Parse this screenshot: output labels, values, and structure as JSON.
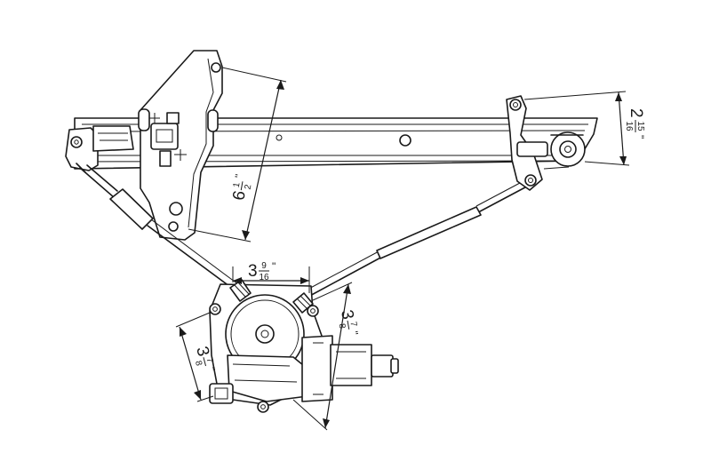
{
  "dimensions": {
    "bracket_height": {
      "whole": "6",
      "num": "1",
      "den": "2",
      "unit": "\""
    },
    "rail_end_height": {
      "whole": "2",
      "num": "15",
      "den": "16",
      "unit": "\""
    },
    "motor_width": {
      "whole": "3",
      "num": "9",
      "den": "16",
      "unit": "\""
    },
    "motor_diag_right": {
      "whole": "3",
      "num": "7",
      "den": "8",
      "unit": "\""
    },
    "motor_diag_left": {
      "whole": "3",
      "num": "7",
      "den": "8",
      "unit": "\""
    }
  }
}
